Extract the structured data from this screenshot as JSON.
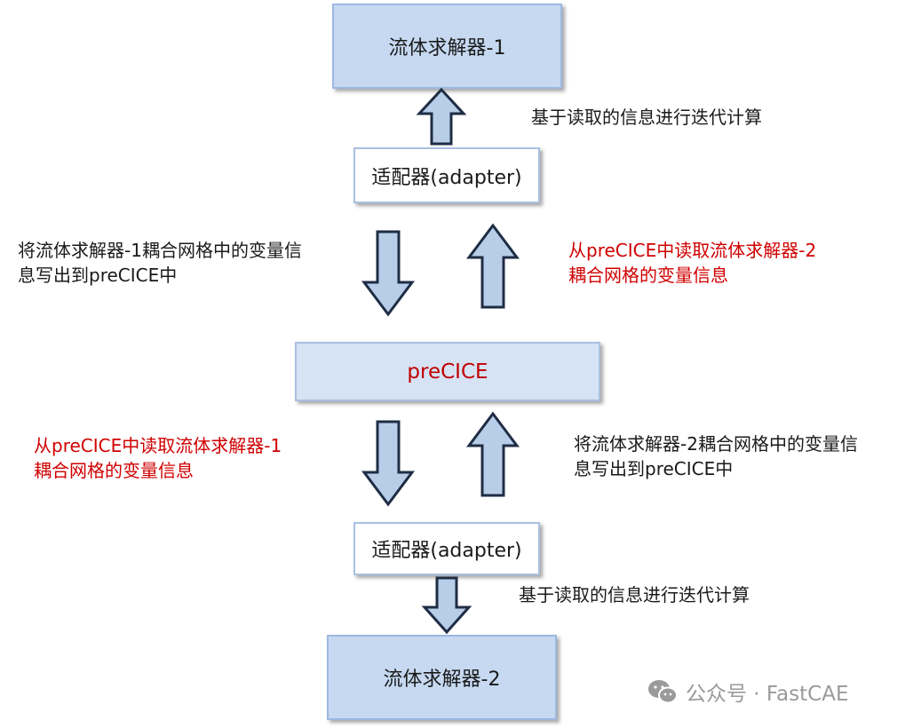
{
  "nodes": {
    "solver1": "流体求解器-1",
    "adapter_top": "适配器(adapter)",
    "precice": "preCICE",
    "adapter_bottom": "适配器(adapter)",
    "solver2": "流体求解器-2"
  },
  "annotations": {
    "iterate_top": "基于读取的信息进行迭代计算",
    "write1_line1": "将流体求解器-1耦合网格中的变量信",
    "write1_line2": "息写出到preCICE中",
    "read2_line1": "从preCICE中读取流体求解器-2",
    "read2_line2": "耦合网格的变量信息",
    "read1_line1": "从preCICE中读取流体求解器-1",
    "read1_line2": "耦合网格的变量信息",
    "write2_line1": "将流体求解器-2耦合网格中的变量信",
    "write2_line2": "息写出到preCICE中",
    "iterate_bottom": "基于读取的信息进行迭代计算"
  },
  "watermark": {
    "icon": "wechat-icon",
    "text": "公众号 · FastCAE"
  },
  "colors": {
    "solver_fill": "#c6d9f1",
    "precice_fill": "#d6e3f4",
    "arrow_fill": "#b7cde8",
    "arrow_stroke": "#1f2d44",
    "red_text": "#d00000"
  }
}
